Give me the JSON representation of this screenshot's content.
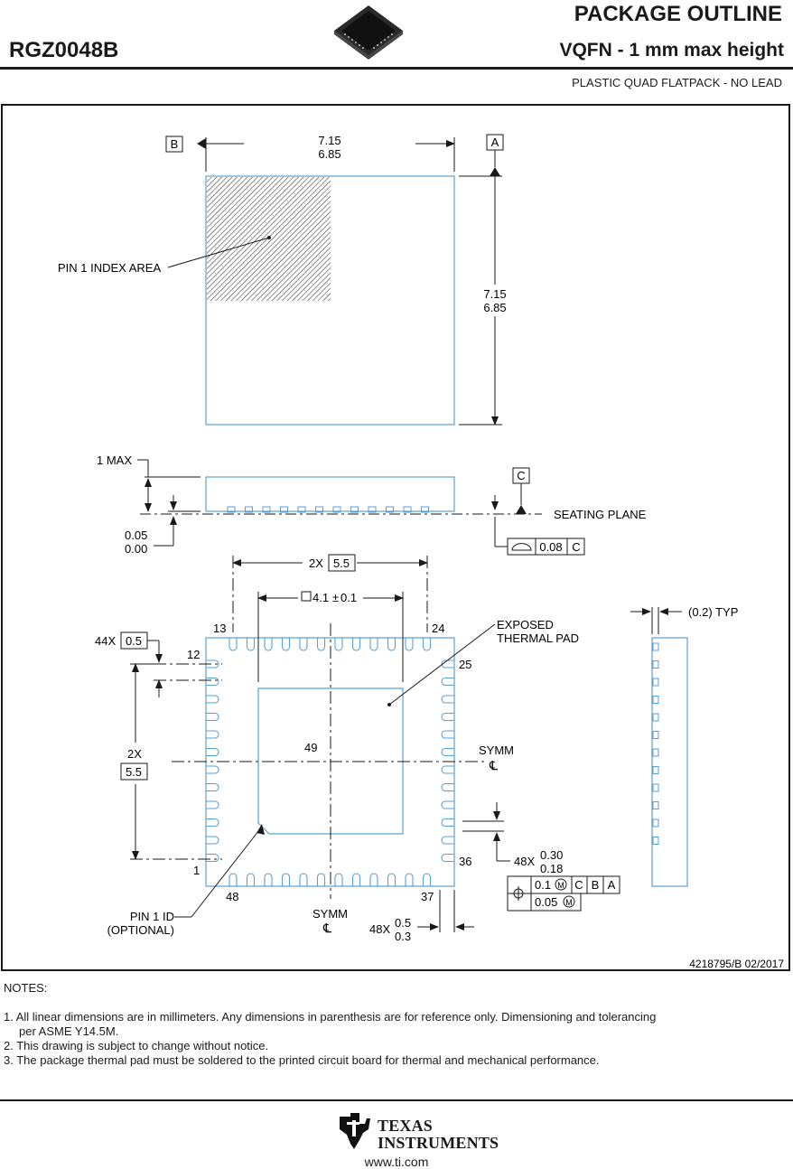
{
  "header": {
    "title": "PACKAGE OUTLINE",
    "subtitle": "VQFN - 1 mm max height",
    "package_code": "RGZ0048B",
    "package_type": "PLASTIC QUAD FLATPACK - NO LEAD"
  },
  "drawing": {
    "datum_a": "A",
    "datum_b": "B",
    "datum_c": "C",
    "width_max": "7.15",
    "width_min": "6.85",
    "height_max": "7.15",
    "height_min": "6.85",
    "pin1_index_label": "PIN 1 INDEX AREA",
    "max_height_label": "1 MAX",
    "standoff_max": "0.05",
    "standoff_min": "0.00",
    "seating_plane_label": "SEATING PLANE",
    "coplanarity_value": "0.08",
    "coplanarity_datum": "C",
    "pad_span_prefix": "2X",
    "pad_span_value": "5.5",
    "thermal_pad_size": "4.1",
    "thermal_pad_tol": "0.1",
    "pitch_prefix": "44X",
    "pitch_value": "0.5",
    "pin_13": "13",
    "pin_24": "24",
    "pin_12": "12",
    "pin_25": "25",
    "pin_49": "49",
    "pin_1": "1",
    "pin_36": "36",
    "pin_48": "48",
    "pin_37": "37",
    "exposed_pad_line1": "EXPOSED",
    "exposed_pad_line2": "THERMAL PAD",
    "symm_label": "SYMM",
    "centerline_symbol": "℄",
    "side_span_prefix": "2X",
    "side_span_value": "5.5",
    "lead_width_prefix": "48X",
    "lead_width_max": "0.30",
    "lead_width_min": "0.18",
    "position_tol_1": "0.1",
    "position_tol_2": "0.05",
    "position_datum_c": "C",
    "position_datum_b": "B",
    "position_datum_a": "A",
    "modifier_m": "M",
    "lead_length_prefix": "48X",
    "lead_length_max": "0.5",
    "lead_length_min": "0.3",
    "pin1_id_line1": "PIN 1 ID",
    "pin1_id_line2": "(OPTIONAL)",
    "side_thickness_label": "(0.2) TYP",
    "drawing_number": "4218795/B   02/2017"
  },
  "notes": {
    "heading": "NOTES:",
    "note1": "1. All linear dimensions are in millimeters. Any dimensions in parenthesis are for reference only. Dimensioning and tolerancing",
    "note1_cont": "per ASME Y14.5M.",
    "note2": "2. This drawing is subject to change without notice.",
    "note3": "3. The package thermal pad must be soldered to the printed circuit board for thermal and mechanical performance."
  },
  "footer": {
    "logo_line1": "TEXAS",
    "logo_line2": "INSTRUMENTS",
    "website": "www.ti.com"
  },
  "colors": {
    "outline": "#5aa0d8",
    "ink": "#1a1a1a"
  }
}
